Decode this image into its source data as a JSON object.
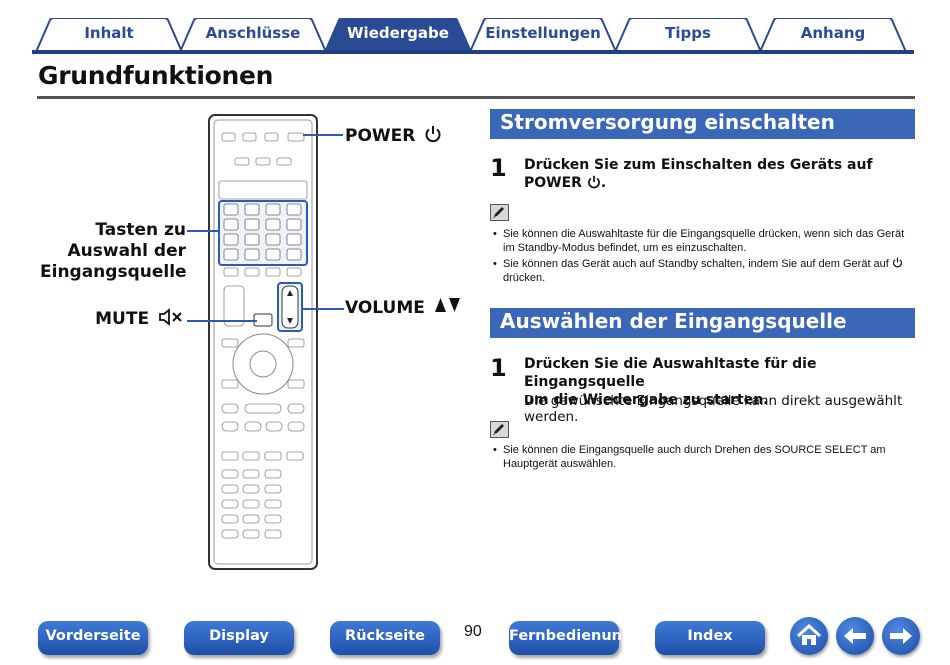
{
  "tabs": [
    {
      "label": "Inhalt",
      "active": false
    },
    {
      "label": "Anschlüsse",
      "active": false
    },
    {
      "label": "Wiedergabe",
      "active": true
    },
    {
      "label": "Einstellungen",
      "active": false
    },
    {
      "label": "Tipps",
      "active": false
    },
    {
      "label": "Anhang",
      "active": false
    }
  ],
  "page_title": "Grundfunktionen",
  "remote_labels": {
    "power": "POWER",
    "input_keys_line1": "Tasten zu",
    "input_keys_line2": "Auswahl der",
    "input_keys_line3": "Eingangsquelle",
    "mute": "MUTE",
    "volume": "VOLUME"
  },
  "section1": {
    "heading": "Stromversorgung einschalten",
    "step_number": "1",
    "step_line1": "Drücken Sie zum Einschalten des Geräts auf",
    "step_line2": "POWER",
    "step_line2_suffix": ".",
    "notes": [
      {
        "line1": "Sie können die Auswahltaste für die Eingangsquelle drücken, wenn sich das Gerät",
        "line2": "im Standby-Modus befindet, um es einzuschalten."
      },
      {
        "line1": "Sie können das Gerät auch auf Standby schalten, indem Sie auf dem Gerät auf",
        "line2": "drücken."
      }
    ]
  },
  "section2": {
    "heading": "Auswählen der Eingangsquelle",
    "step_number": "1",
    "step_line1": "Drücken Sie die Auswahltaste für die Eingangsquelle",
    "step_line2": "um die Wiedergabe zu starten.",
    "step_sub": "Die gewünschte Eingangsquelle kann direkt ausgewählt werden.",
    "notes": [
      {
        "line1": "Sie können die Eingangsquelle auch durch Drehen des SOURCE SELECT am",
        "line2": "Hauptgerät auswählen."
      }
    ]
  },
  "bottom_nav": {
    "front": "Vorderseite",
    "display": "Display",
    "back": "Rückseite",
    "remote": "Fernbedienung",
    "index": "Index",
    "page_number": "90"
  },
  "colors": {
    "accent": "#3b67b8",
    "tab_text": "#2a4a94",
    "tab_active": "#2a4a94",
    "lead_line": "#2e59b8"
  },
  "icons": [
    "power-icon",
    "mute-icon",
    "volume-arrows-icon",
    "pencil-note-icon",
    "home-icon",
    "back-arrow-icon",
    "forward-arrow-icon"
  ]
}
